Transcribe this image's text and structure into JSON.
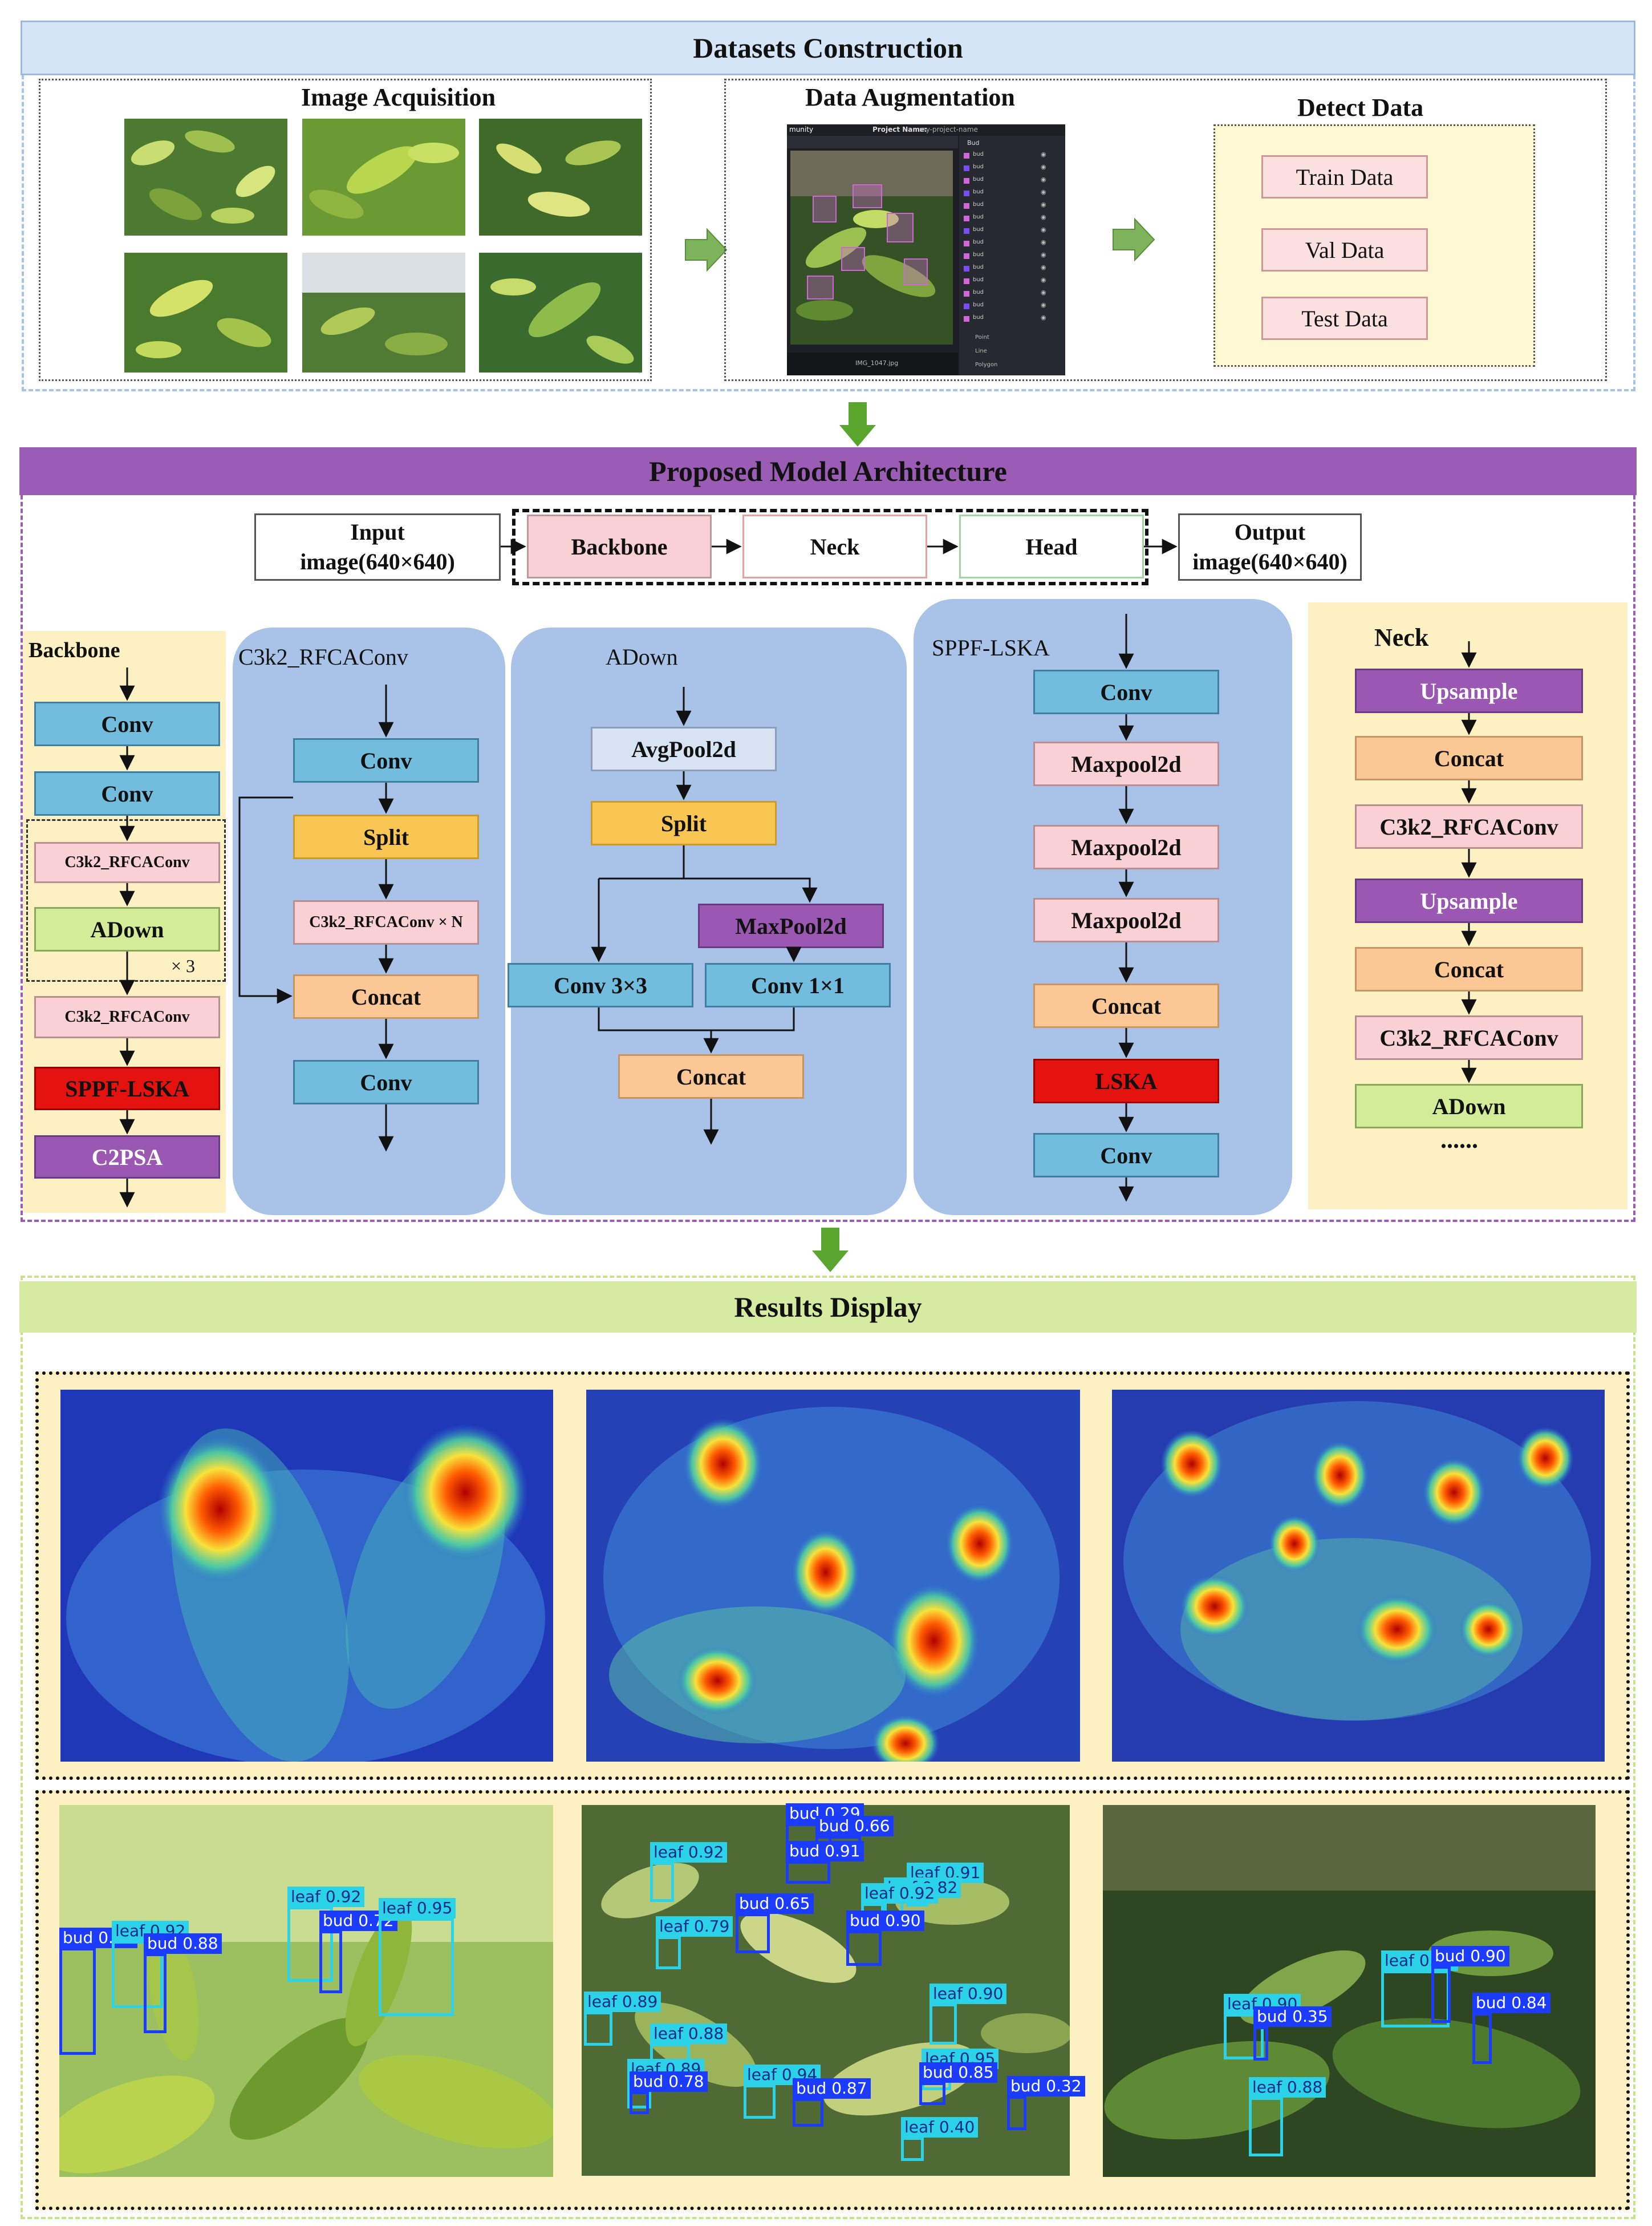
{
  "datasets": {
    "title": "Datasets Construction",
    "acquisition_title": "Image Acquisition",
    "augmentation_title": "Data Augmentation",
    "detect_title": "Detect Data",
    "detect_items": [
      "Train Data",
      "Val Data",
      "Test Data"
    ],
    "tool": {
      "app_name": "munity",
      "project_label": "Project Name:",
      "project_value": "my-project-name",
      "panel_header": "Bud",
      "tag_label": "bud",
      "options": [
        "Point",
        "Line",
        "Polygon"
      ],
      "filename": "IMG_1047.jpg"
    }
  },
  "architecture": {
    "title": "Proposed Model Architecture",
    "input_label": "Input image(640×640)",
    "output_label": "Output image(640×640)",
    "pipeline": [
      "Backbone",
      "Neck",
      "Head"
    ],
    "backbone": {
      "title": "Backbone",
      "blocks": [
        "Conv",
        "Conv",
        "C3k2_RFCAConv",
        "ADown",
        "C3k2_RFCAConv",
        "SPPF-LSKA",
        "C2PSA"
      ],
      "repeat": "× 3"
    },
    "c3k2": {
      "title": "C3k2_RFCAConv",
      "blocks": [
        "Conv",
        "Split",
        "C3k2_RFCAConv × N",
        "Concat",
        "Conv"
      ]
    },
    "adown": {
      "title": "ADown",
      "blocks": [
        "AvgPool2d",
        "Split",
        "MaxPool2d",
        "Conv 3×3",
        "Conv 1×1",
        "Concat"
      ]
    },
    "sppf": {
      "title": "SPPF-LSKA",
      "blocks": [
        "Conv",
        "Maxpool2d",
        "Maxpool2d",
        "Maxpool2d",
        "Concat",
        "LSKA",
        "Conv"
      ]
    },
    "neck": {
      "title": "Neck",
      "blocks": [
        "Upsample",
        "Concat",
        "C3k2_RFCAConv",
        "Upsample",
        "Concat",
        "C3k2_RFCAConv",
        "ADown"
      ],
      "ellipsis": "......"
    }
  },
  "results": {
    "title": "Results Display",
    "detections": [
      [
        {
          "label": "bud 0.90",
          "cls": "bud"
        },
        {
          "label": "leaf 0.92",
          "cls": "leaf"
        },
        {
          "label": "bud 0.88",
          "cls": "bud"
        },
        {
          "label": "leaf 0.92",
          "cls": "leaf"
        },
        {
          "label": "bud 0.72",
          "cls": "bud"
        },
        {
          "label": "leaf 0.95",
          "cls": "leaf"
        }
      ],
      [
        {
          "label": "bud 0.29",
          "cls": "bud"
        },
        {
          "label": "bud 0.66",
          "cls": "bud"
        },
        {
          "label": "bud 0.91",
          "cls": "bud"
        },
        {
          "label": "leaf 0.92",
          "cls": "leaf"
        },
        {
          "label": "leaf 0.91",
          "cls": "leaf"
        },
        {
          "label": "leaf 0.82",
          "cls": "leaf"
        },
        {
          "label": "leaf 0.92",
          "cls": "leaf"
        },
        {
          "label": "bud 0.65",
          "cls": "bud"
        },
        {
          "label": "leaf 0.79",
          "cls": "leaf"
        },
        {
          "label": "bud 0.90",
          "cls": "bud"
        },
        {
          "label": "leaf 0.89",
          "cls": "leaf"
        },
        {
          "label": "leaf 0.88",
          "cls": "leaf"
        },
        {
          "label": "leaf 0.90",
          "cls": "leaf"
        },
        {
          "label": "leaf 0.89",
          "cls": "leaf"
        },
        {
          "label": "bud 0.78",
          "cls": "bud"
        },
        {
          "label": "leaf 0.94",
          "cls": "leaf"
        },
        {
          "label": "bud 0.87",
          "cls": "bud"
        },
        {
          "label": "leaf 0.95",
          "cls": "leaf"
        },
        {
          "label": "bud 0.85",
          "cls": "bud"
        },
        {
          "label": "bud 0.32",
          "cls": "bud"
        },
        {
          "label": "leaf 0.40",
          "cls": "leaf"
        }
      ],
      [
        {
          "label": "leaf 0.90",
          "cls": "leaf"
        },
        {
          "label": "bud 0.35",
          "cls": "bud"
        },
        {
          "label": "leaf 0.91",
          "cls": "leaf"
        },
        {
          "label": "bud 0.90",
          "cls": "bud"
        },
        {
          "label": "bud 0.84",
          "cls": "bud"
        },
        {
          "label": "leaf 0.88",
          "cls": "leaf"
        }
      ]
    ]
  },
  "colors": {
    "datasets_banner": "#d5e5f8",
    "architecture_banner": "#9b5cb5",
    "results_banner": "#d6eba2",
    "cream_panel": "#fdf1c4",
    "blue_panel": "#a9c3e8"
  }
}
